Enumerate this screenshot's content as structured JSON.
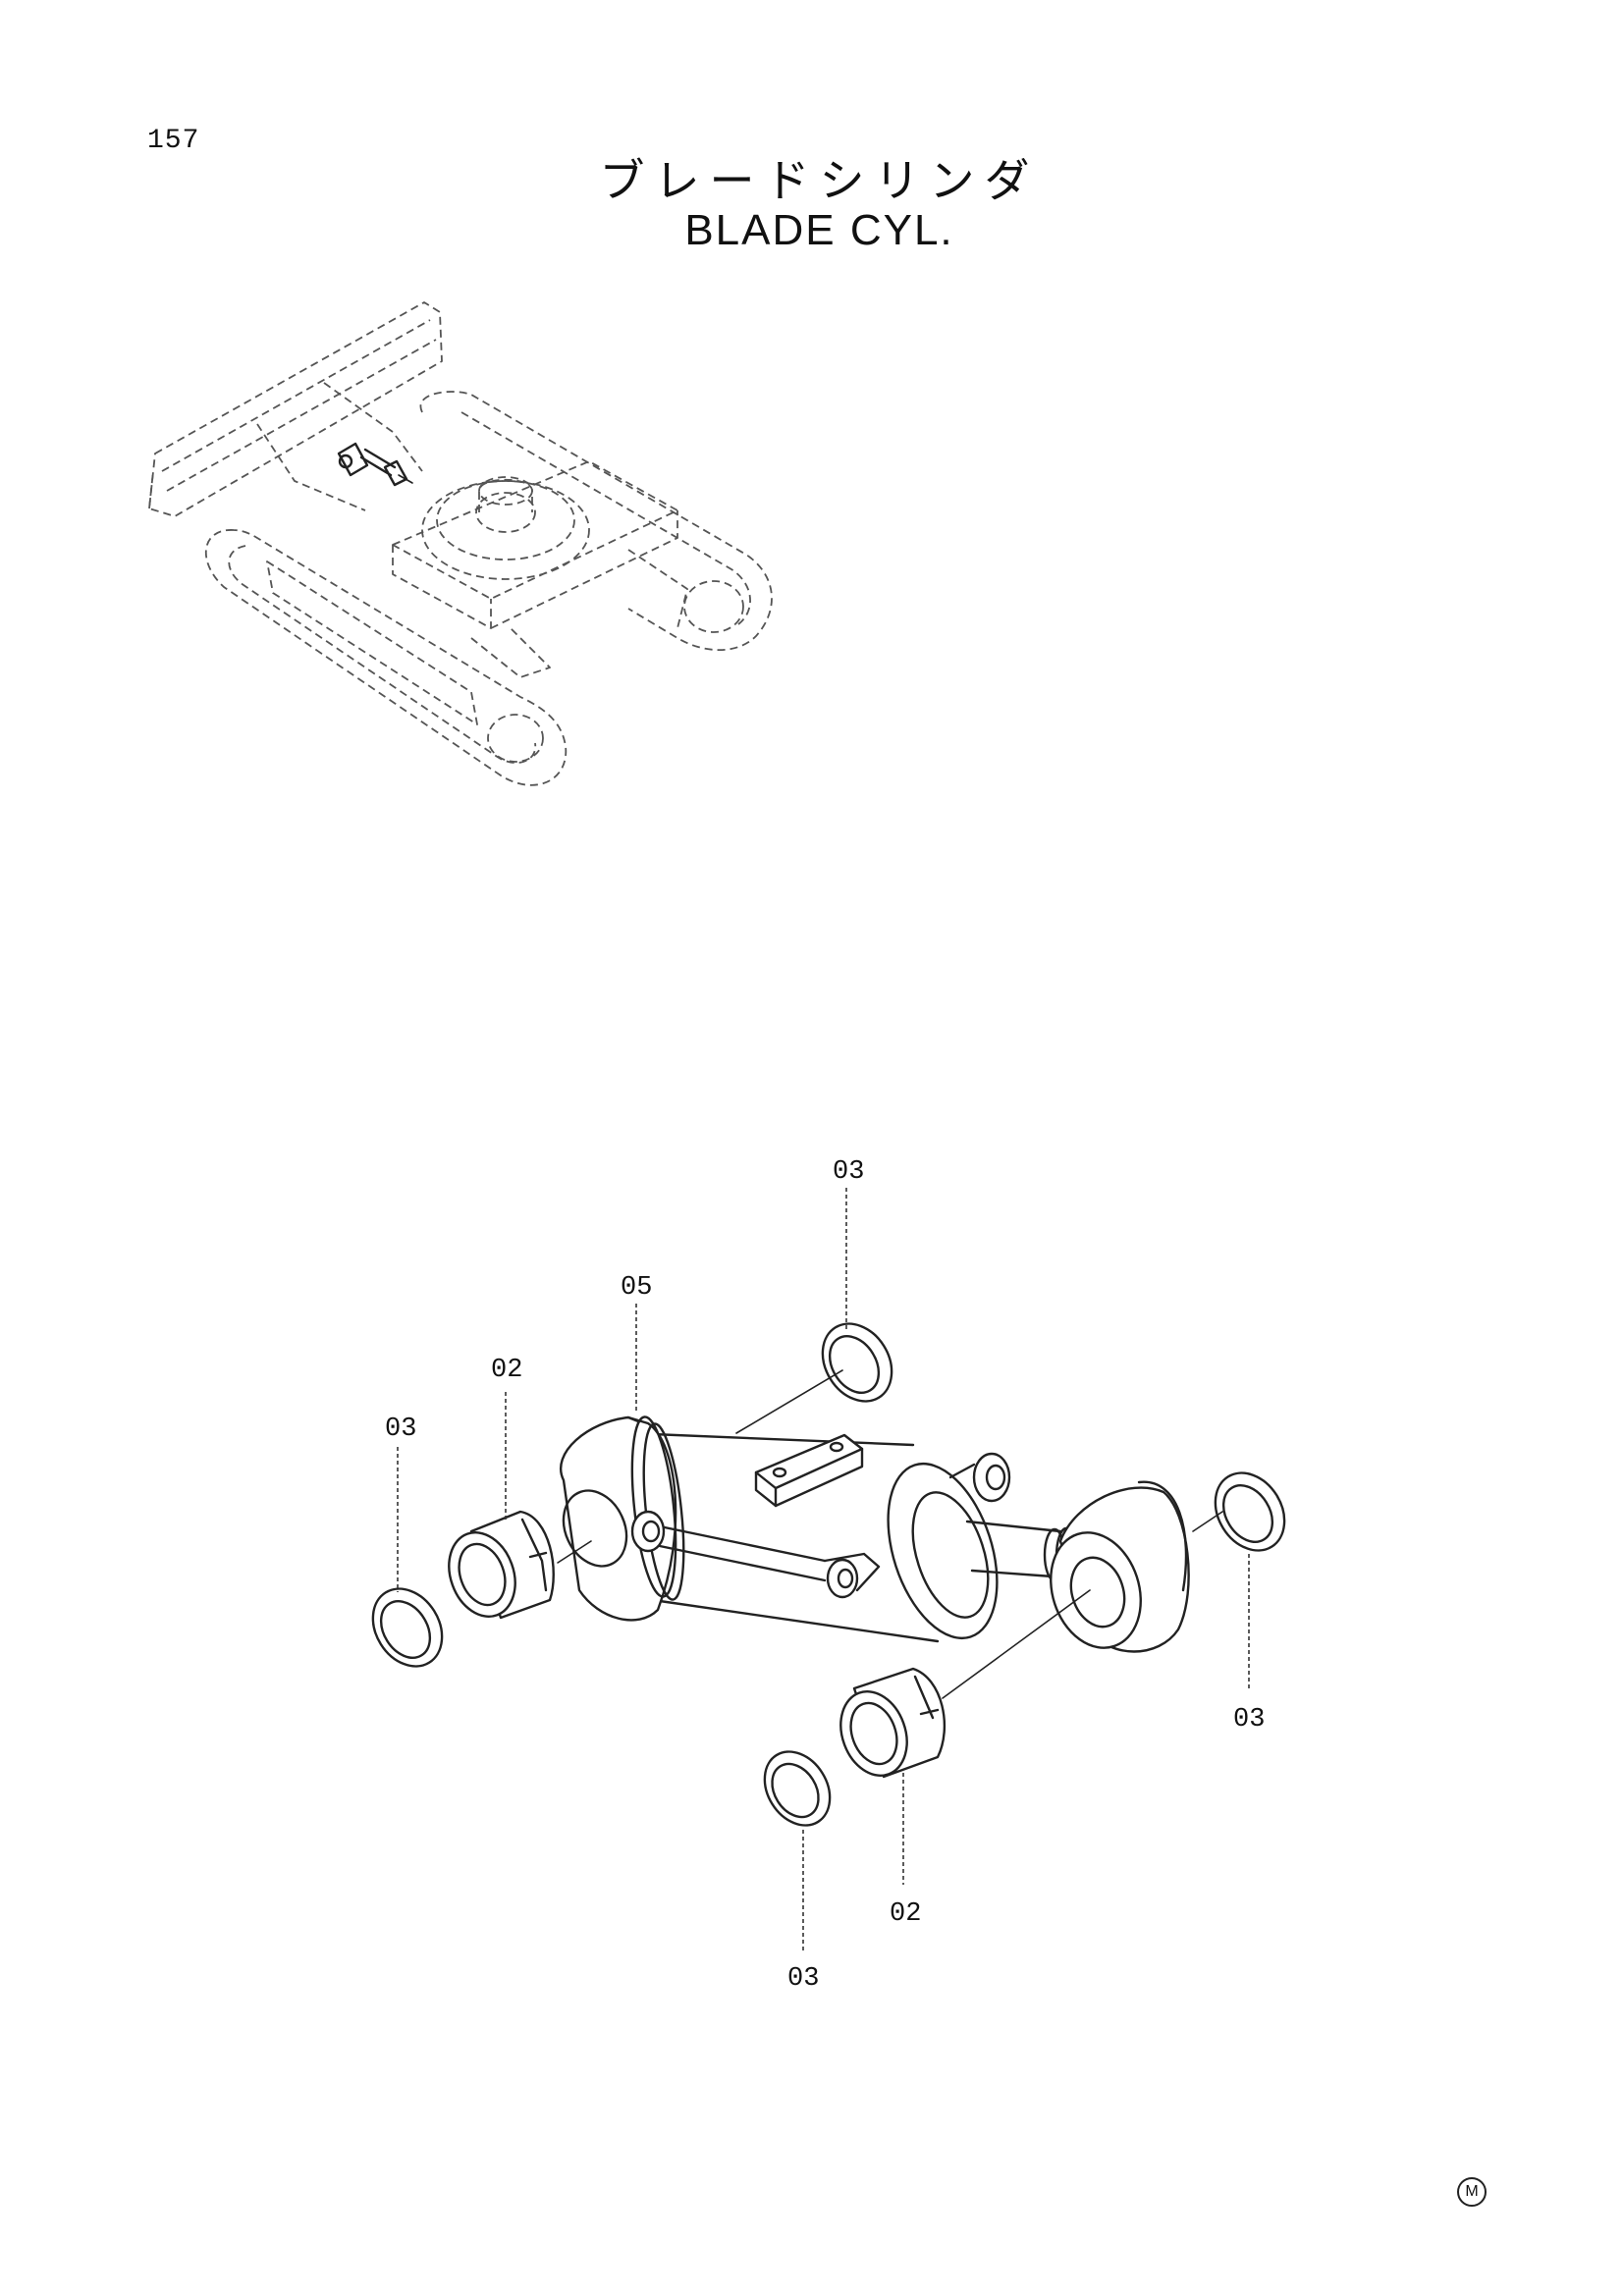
{
  "page_number": "157",
  "title_ja": "ブレードシリンダ",
  "title_en": "BLADE CYL.",
  "corner_mark": "M",
  "callouts": [
    {
      "id": "c-03-top",
      "text": "03"
    },
    {
      "id": "c-05",
      "text": "05"
    },
    {
      "id": "c-02-left",
      "text": "02"
    },
    {
      "id": "c-03-left",
      "text": "03"
    },
    {
      "id": "c-03-right",
      "text": "03"
    },
    {
      "id": "c-02-bottom",
      "text": "02"
    },
    {
      "id": "c-03-bottom",
      "text": "03"
    }
  ]
}
